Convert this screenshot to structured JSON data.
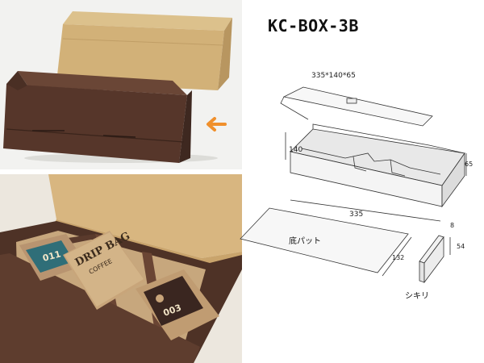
{
  "title": "KC-BOX-3B",
  "diagram": {
    "overall_dims": "335*140*65",
    "box_length": "335",
    "box_depth": "140",
    "box_height": "65",
    "pad_label": "底パット",
    "pad_width": "132",
    "divider_label": "シキリ",
    "divider_height": "54",
    "divider_thickness": "8"
  },
  "photo": {
    "drip_bag_1": "DRIP BAG",
    "drip_bag_2": "COFFEE",
    "pack_left_num": "011",
    "pack_right_num": "003"
  },
  "colors": {
    "kraft": "#d4b47c",
    "brown": "#5a3a2c",
    "arrow": "#f0902c"
  }
}
